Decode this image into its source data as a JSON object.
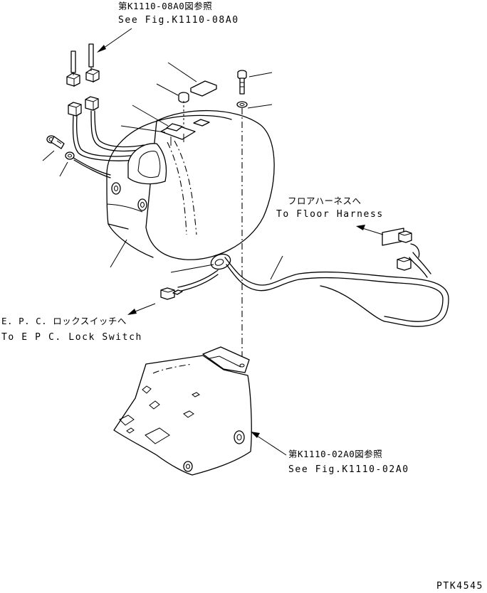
{
  "labels": {
    "top_ref_jp": "第K1110-08A0図参照",
    "top_ref_en": "See Fig.K1110-08A0",
    "floor_harness_jp": "フロアハーネスへ",
    "floor_harness_en": "To Floor Harness",
    "epc_lock_jp": "E. P. C. ロックスイッチへ",
    "epc_lock_en": "To E P C. Lock Switch",
    "bottom_ref_jp": "第K1110-02A0図参照",
    "bottom_ref_en": "See Fig.K1110-02A0",
    "drawing_code": "PTK4545"
  }
}
